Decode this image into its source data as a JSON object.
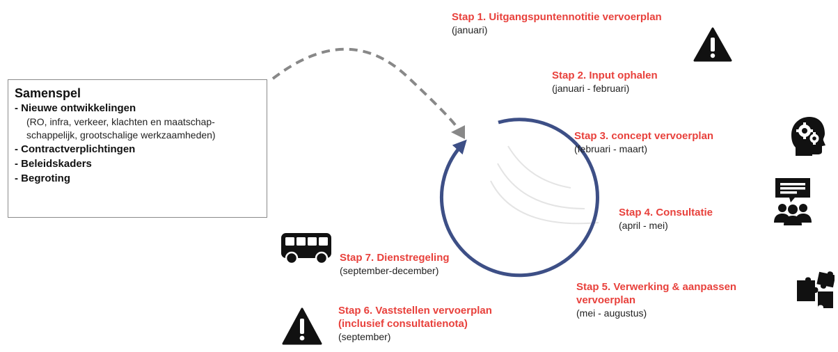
{
  "colors": {
    "accent": "#e8413c",
    "cycle": "#3d4f86",
    "arrow": "#888888",
    "icon": "#111111"
  },
  "samenspel": {
    "title": "Samenspel",
    "item1": "- Nieuwe ontwikkelingen",
    "item1_sub1": "(RO, infra, verkeer, klachten en maatschap-",
    "item1_sub2": "schappelijk, grootschalige werkzaamheden)",
    "item2": "- Contractverplichtingen",
    "item3": "- Beleidskaders",
    "item4": "- Begroting"
  },
  "steps": [
    {
      "title": "Stap 1. Uitgangspuntennotitie vervoerplan",
      "date": "(januari)",
      "icon": "warning-icon"
    },
    {
      "title": "Stap 2. Input ophalen",
      "date": "(januari - februari)"
    },
    {
      "title": "Stap 3. concept vervoerplan",
      "date": "(februari - maart)",
      "icon": "head-gears-icon"
    },
    {
      "title": "Stap 4. Consultatie",
      "date": "(april - mei)",
      "icon": "group-chat-icon"
    },
    {
      "title_line1": "Stap 5. Verwerking & aanpassen",
      "title_line2": "vervoerplan",
      "date": "(mei - augustus)",
      "icon": "puzzle-icon"
    },
    {
      "title_line1": "Stap 6. Vaststellen vervoerplan",
      "title_line2": "(inclusief consultatienota)",
      "date": "(september)",
      "icon": "warning-icon"
    },
    {
      "title": "Stap 7. Dienstregeling",
      "date": "(september-december)",
      "icon": "bus-icon"
    }
  ]
}
